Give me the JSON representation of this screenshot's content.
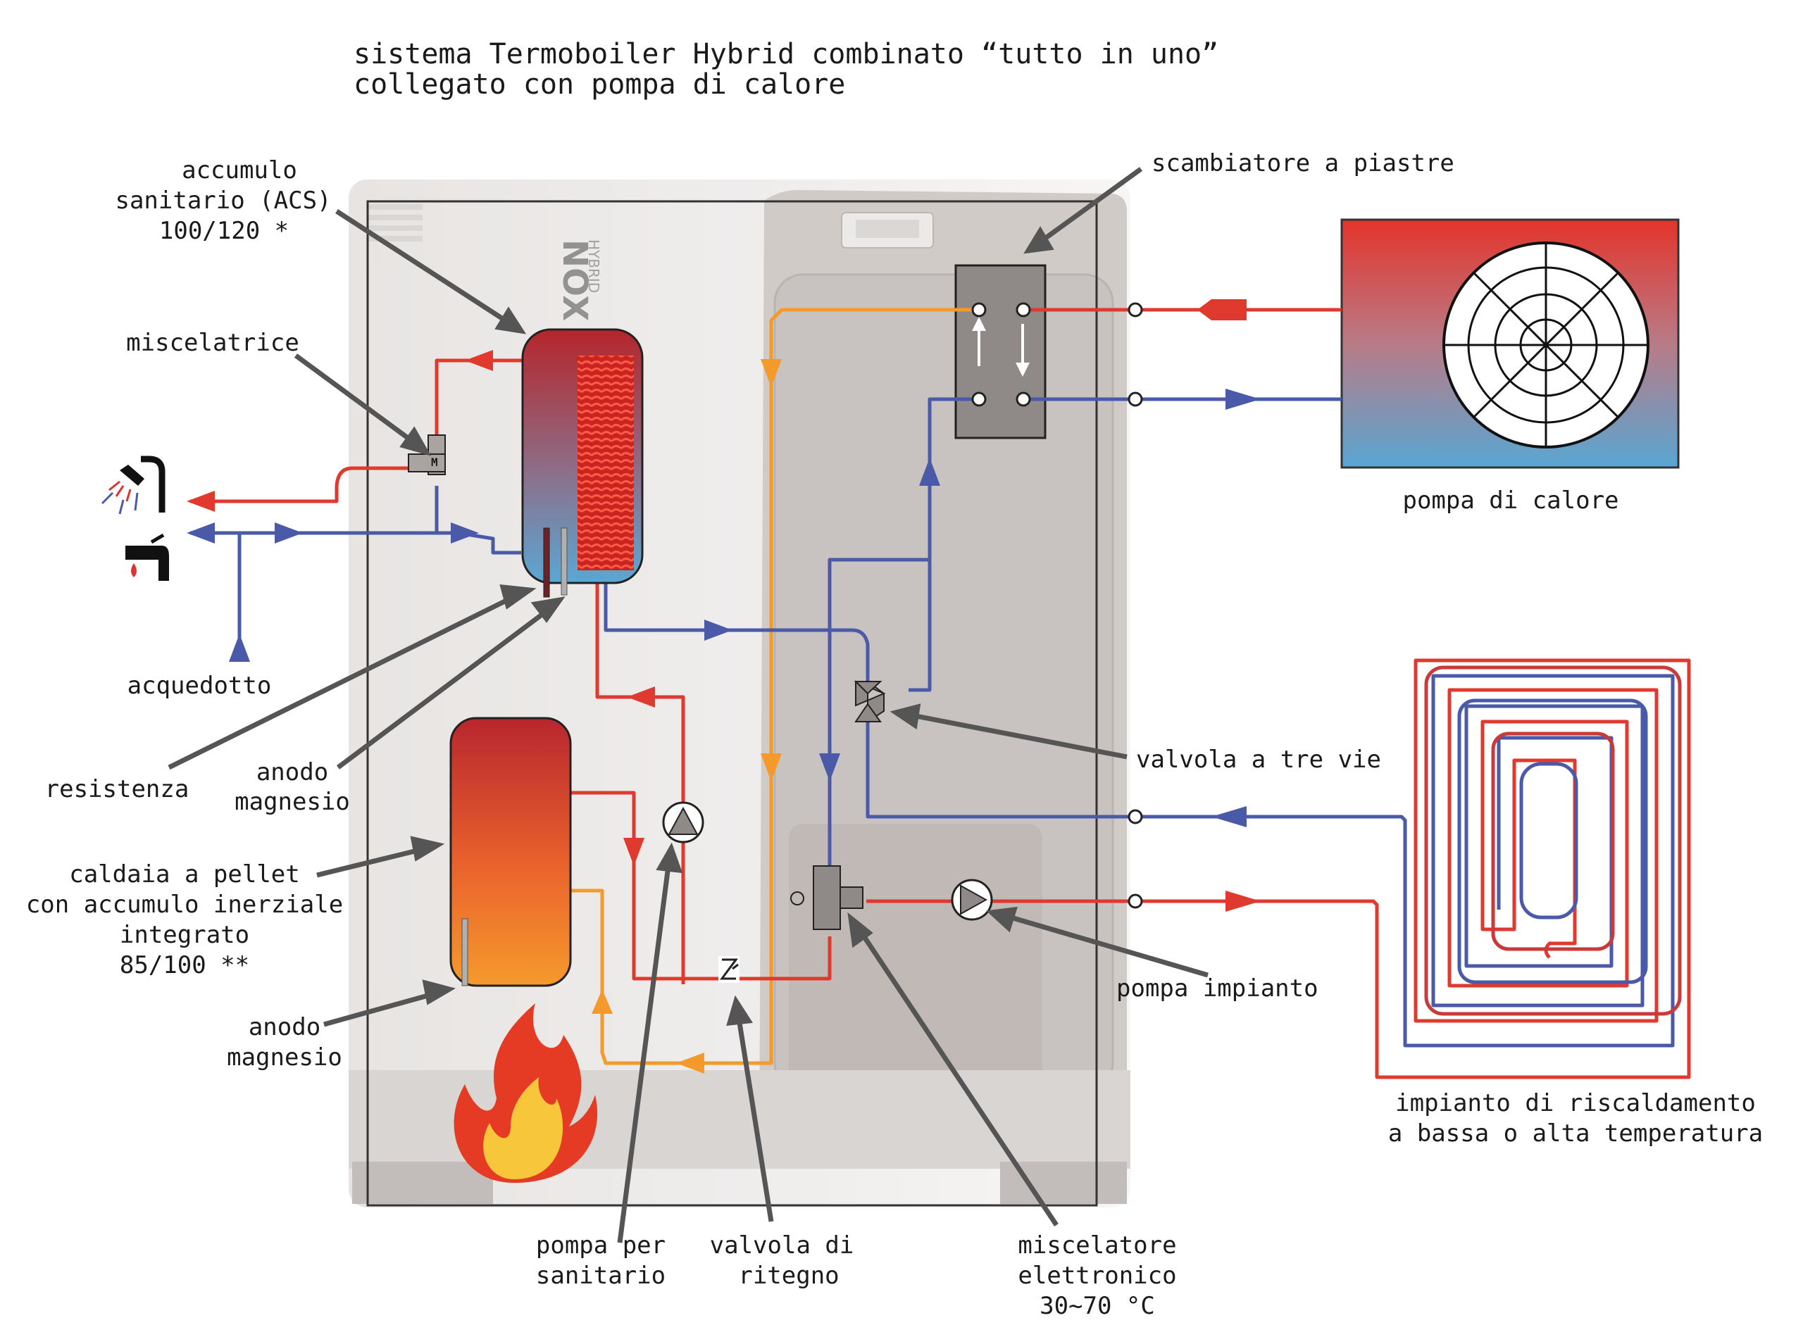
{
  "title": {
    "line1": "sistema Termoboiler Hybrid combinato “tutto in uno”",
    "line2": "collegato con pompa di calore"
  },
  "brand": {
    "name": "NOX",
    "sub": "HYBRID"
  },
  "labels": {
    "accumulo_1": "accumulo",
    "accumulo_2": "sanitario (ACS)",
    "accumulo_3": "100/120 *",
    "miscelatrice": "miscelatrice",
    "miscelatrice_mark": "M",
    "acquedotto": "acquedotto",
    "resistenza": "resistenza",
    "anodo_top_1": "anodo",
    "anodo_top_2": "magnesio",
    "caldaia_1": "caldaia a pellet",
    "caldaia_2": "con accumulo inerziale",
    "caldaia_3": "integrato",
    "caldaia_4": "85/100 **",
    "anodo_bot_1": "anodo",
    "anodo_bot_2": "magnesio",
    "pompa_san_1": "pompa per",
    "pompa_san_2": "sanitario",
    "valvola_rit_1": "valvola di",
    "valvola_rit_2": "ritegno",
    "misc_el_1": "miscelatore",
    "misc_el_2": "elettronico",
    "misc_el_3": "30~70 °C",
    "scambiatore": "scambiatore a piastre",
    "pompa_calore": "pompa di calore",
    "valvola_tre_vie": "valvola a tre vie",
    "pompa_impianto": "pompa impianto",
    "impianto_1": "impianto di riscaldamento",
    "impianto_2": "a bassa o alta temperatura"
  },
  "colors": {
    "hot": "#e03a2e",
    "cold": "#4a5aa8",
    "orange": "#f39a2a",
    "pointer": "#555555",
    "cabinet": "#cfc9c6"
  }
}
